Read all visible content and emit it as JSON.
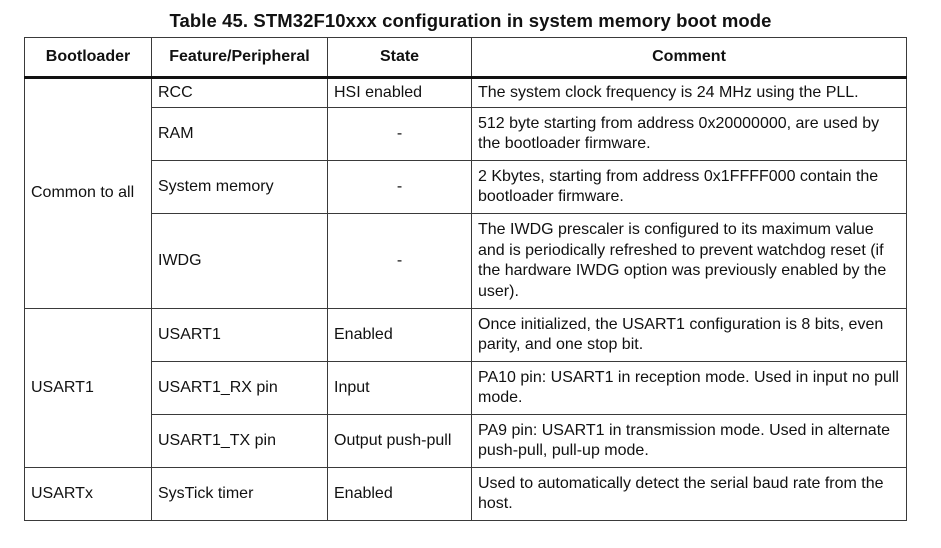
{
  "title": "Table 45. STM32F10xxx configuration in system memory boot mode",
  "columns": {
    "bootloader": "Bootloader",
    "feature": "Feature/Peripheral",
    "state": "State",
    "comment": "Comment"
  },
  "groups": {
    "common": "Common to all",
    "usart1": "USART1",
    "usartx": "USARTx"
  },
  "rows": [
    {
      "feature": "RCC",
      "state": "HSI enabled",
      "comment": "The system clock frequency is 24 MHz using the PLL."
    },
    {
      "feature": "RAM",
      "state": "-",
      "comment": "512 byte starting from address 0x20000000, are used by the bootloader firmware."
    },
    {
      "feature": "System memory",
      "state": "-",
      "comment": "2 Kbytes, starting from address 0x1FFFF000 contain the bootloader firmware."
    },
    {
      "feature": "IWDG",
      "state": "-",
      "comment": "The IWDG prescaler is configured to its maximum value and is periodically refreshed to prevent watchdog reset (if the hardware IWDG option was previously enabled by the user)."
    },
    {
      "feature": "USART1",
      "state": "Enabled",
      "comment": "Once initialized, the USART1 configuration is 8 bits, even parity, and one stop bit."
    },
    {
      "feature": "USART1_RX pin",
      "state": "Input",
      "comment": "PA10 pin: USART1 in reception mode. Used in input no pull mode."
    },
    {
      "feature": "USART1_TX pin",
      "state": "Output push-pull",
      "comment": "PA9 pin: USART1 in transmission mode. Used in alternate push-pull, pull-up mode."
    },
    {
      "feature": "SysTick timer",
      "state": "Enabled",
      "comment": "Used to automatically detect the serial baud rate from the host."
    }
  ]
}
